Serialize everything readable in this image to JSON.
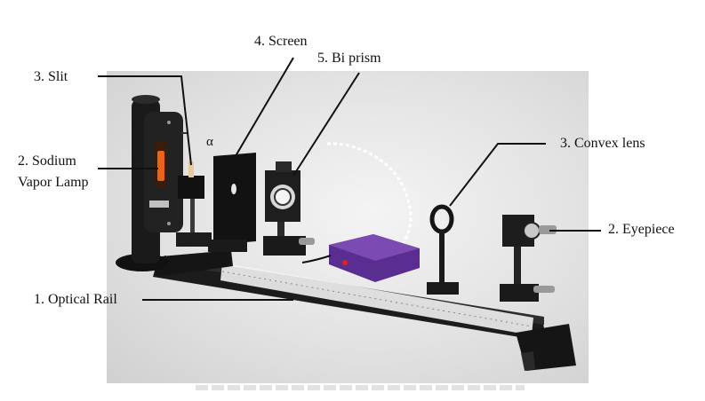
{
  "labels": {
    "slit": "3. Slit",
    "screen": "4. Screen",
    "biprism": "5. Bi prism",
    "lamp_line1": "2. Sodium",
    "lamp_line2": "Vapor Lamp",
    "convex_lens": "3. Convex lens",
    "eyepiece": "2. Eyepiece",
    "optical_rail": "1. Optical Rail",
    "alpha": "α"
  },
  "colors": {
    "equipment": "#1a1a1a",
    "lamp_glow": "#e8641a",
    "power_supply": "#5a2d91",
    "rail_scale": "#f2f2f2",
    "background_photo": "#e2e2e2"
  }
}
